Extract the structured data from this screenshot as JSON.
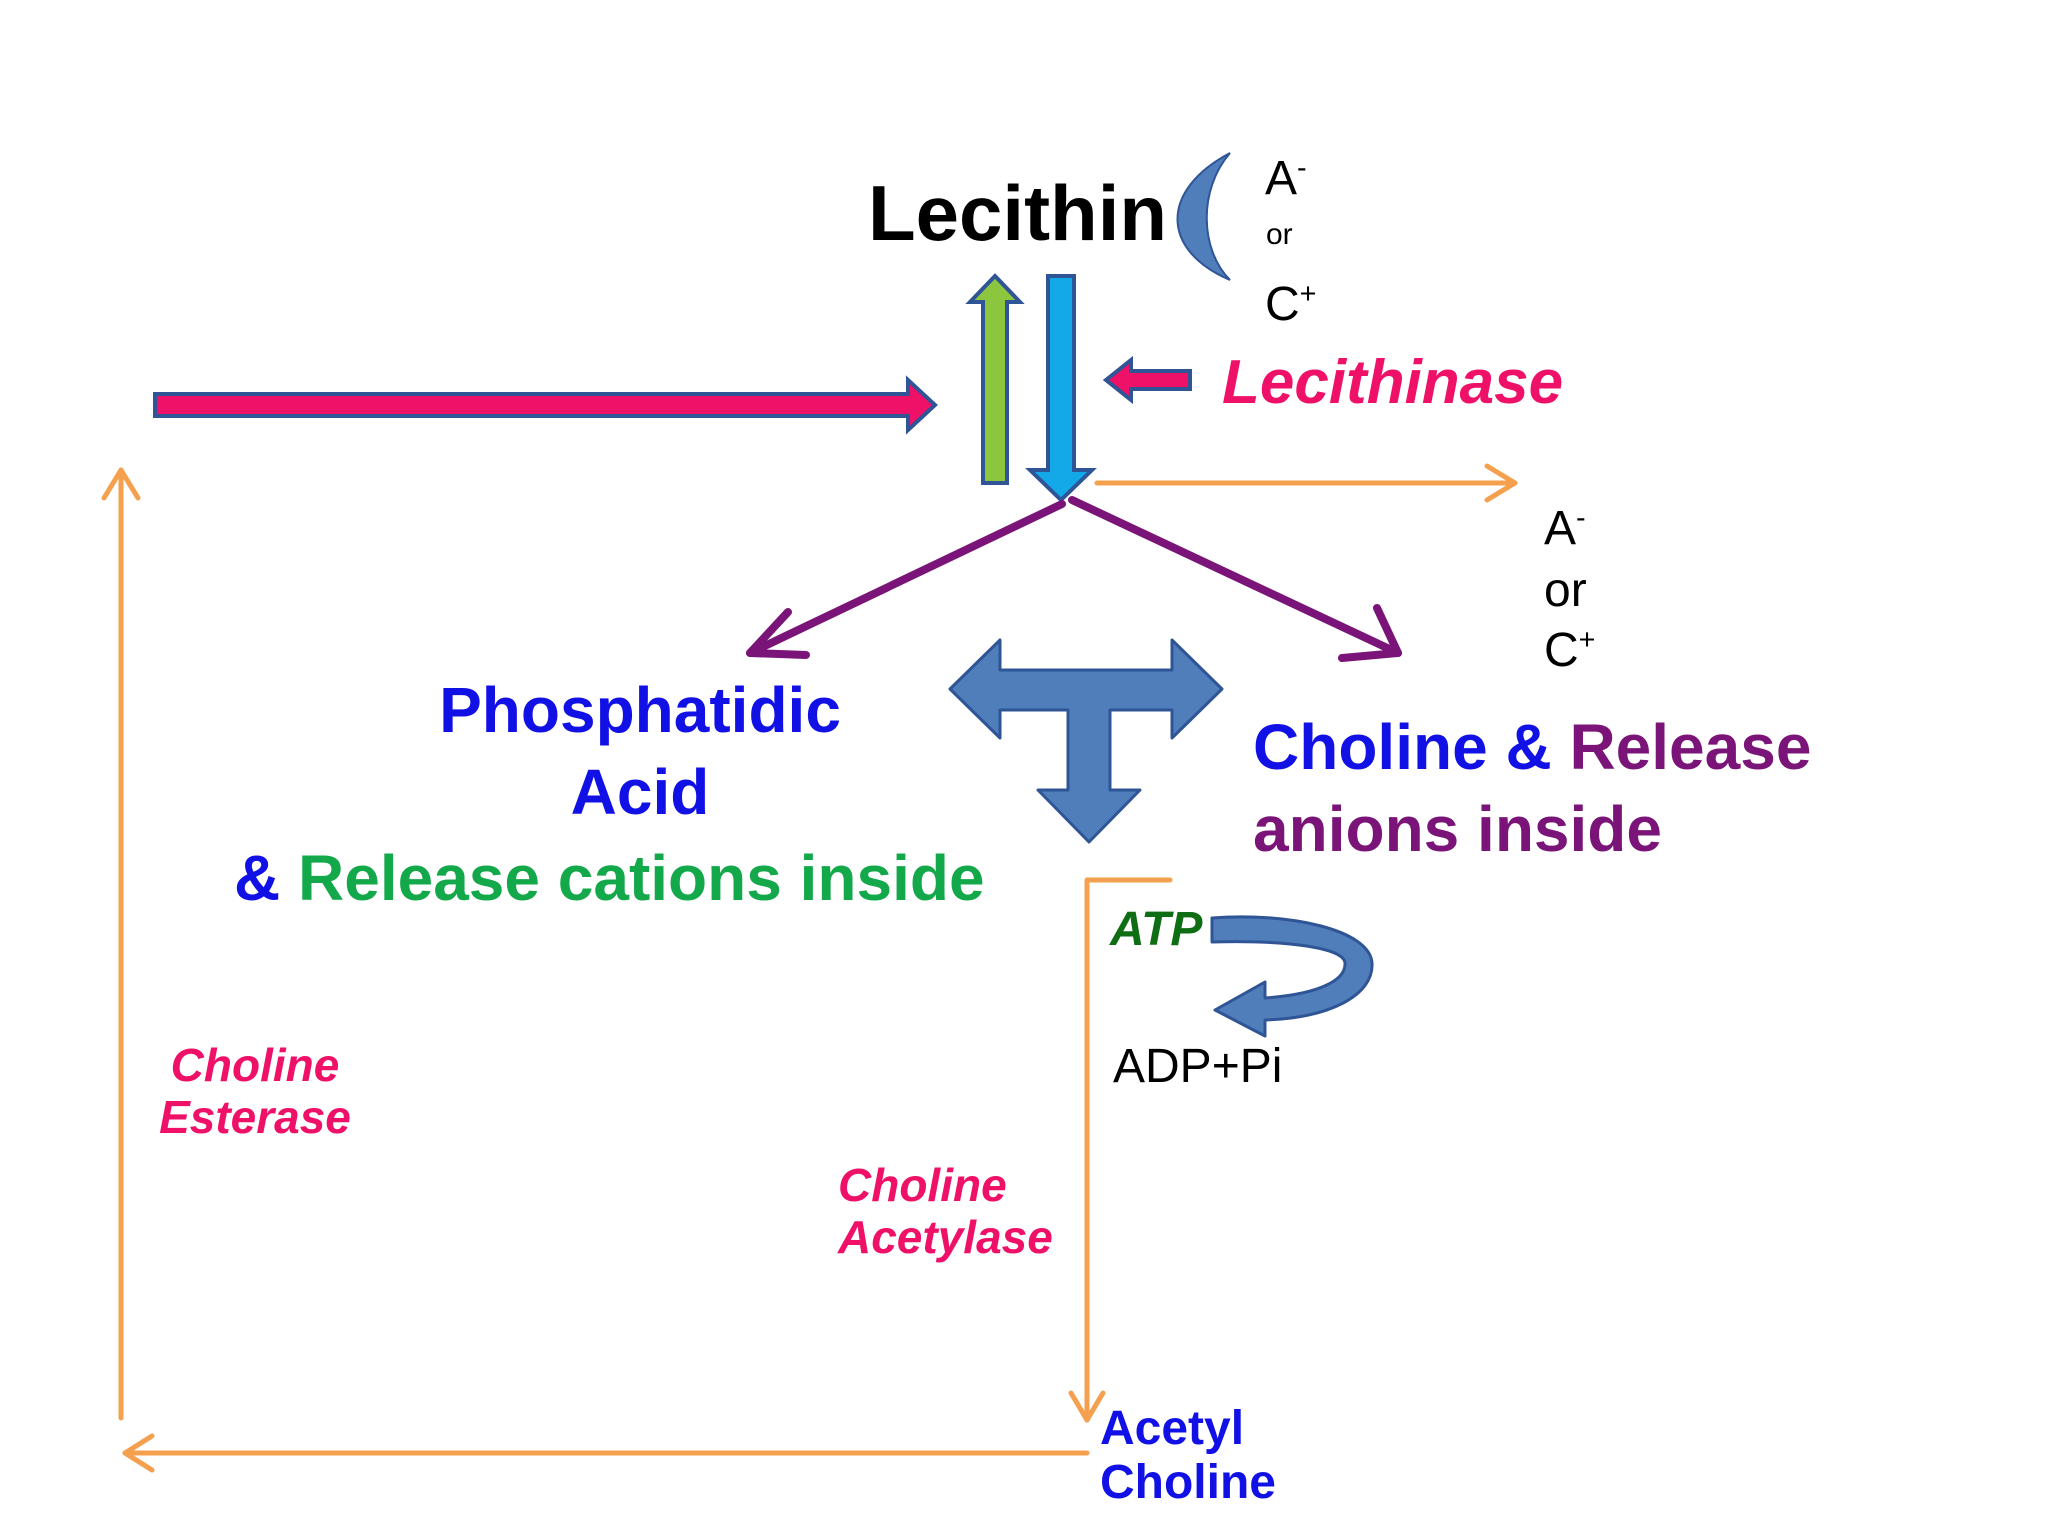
{
  "colors": {
    "pink": "#ee1167",
    "blue": "#1111e6",
    "green": "#13a84a",
    "purple": "#7a1478",
    "dark_green": "#0f6e14",
    "orange": "#f5a04e",
    "steel_blue": "#4f7ebb",
    "light_green": "#8cc63f",
    "cyan": "#13a8e8",
    "black": "#000000"
  },
  "lecithin": {
    "label": "Lecithin",
    "ion_a_symbol": "A",
    "ion_a_charge": "-",
    "ion_or": "or",
    "ion_c_symbol": "C",
    "ion_c_charge": "+"
  },
  "enzyme_lecithinase": "Lecithinase",
  "released_ions": {
    "a_symbol": "A",
    "a_charge": "-",
    "or": "or",
    "c_symbol": "C",
    "c_charge": "+"
  },
  "phosphatidic": {
    "line1": "Phosphatidic",
    "line2": "Acid",
    "amp": "&",
    "release": "Release cations inside"
  },
  "choline_release": {
    "choline": "Choline &",
    "release": "Release",
    "line2": "anions inside"
  },
  "atp": "ATP",
  "adp": "ADP+Pi",
  "choline_esterase": {
    "line1": "Choline",
    "line2": "Esterase"
  },
  "choline_acetylase": {
    "line1": "Choline",
    "line2": "Acetylase"
  },
  "acetyl_choline": {
    "line1": "Acetyl",
    "line2": "Choline"
  }
}
